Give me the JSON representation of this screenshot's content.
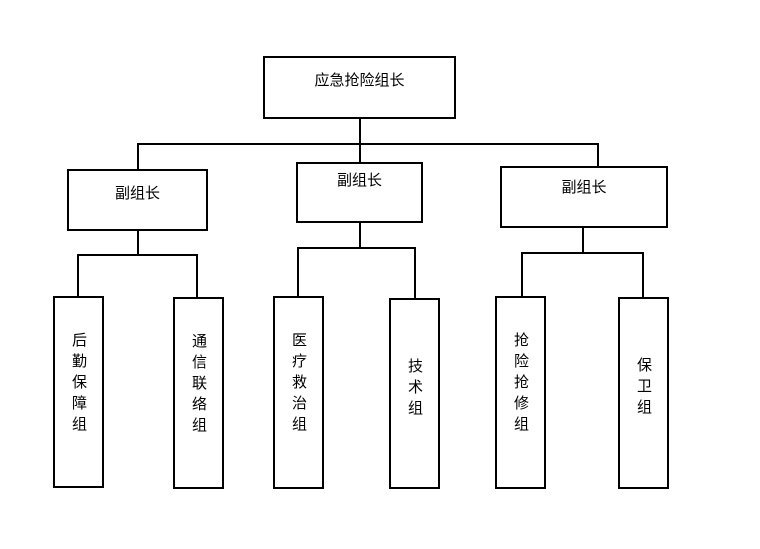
{
  "diagram": {
    "root": {
      "label": "应急抢险组长"
    },
    "deputies": [
      {
        "label": "副组长",
        "children": [
          {
            "label": "后勤保障组"
          },
          {
            "label": "通信联络组"
          }
        ]
      },
      {
        "label": "副组长",
        "children": [
          {
            "label": "医疗救治组"
          },
          {
            "label": "技术组"
          }
        ]
      },
      {
        "label": "副组长",
        "children": [
          {
            "label": "抢险抢修组"
          },
          {
            "label": "保卫组"
          }
        ]
      }
    ]
  }
}
